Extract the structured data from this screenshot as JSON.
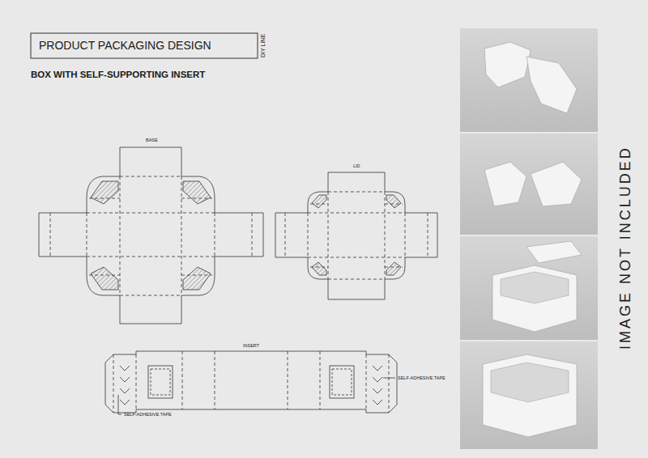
{
  "diagram": {
    "title": "PRODUCT PACKAGING DESIGN",
    "labels": [
      "DIY LINE",
      "BOX WITH SELF-SUPPORTING INSERT",
      "BASE",
      "LID",
      "INSERT",
      "SELF-ADHESIVE TAPE",
      "SELF-ADHESIVE TAPE",
      "IMAGE NOT INCLUDED"
    ]
  }
}
